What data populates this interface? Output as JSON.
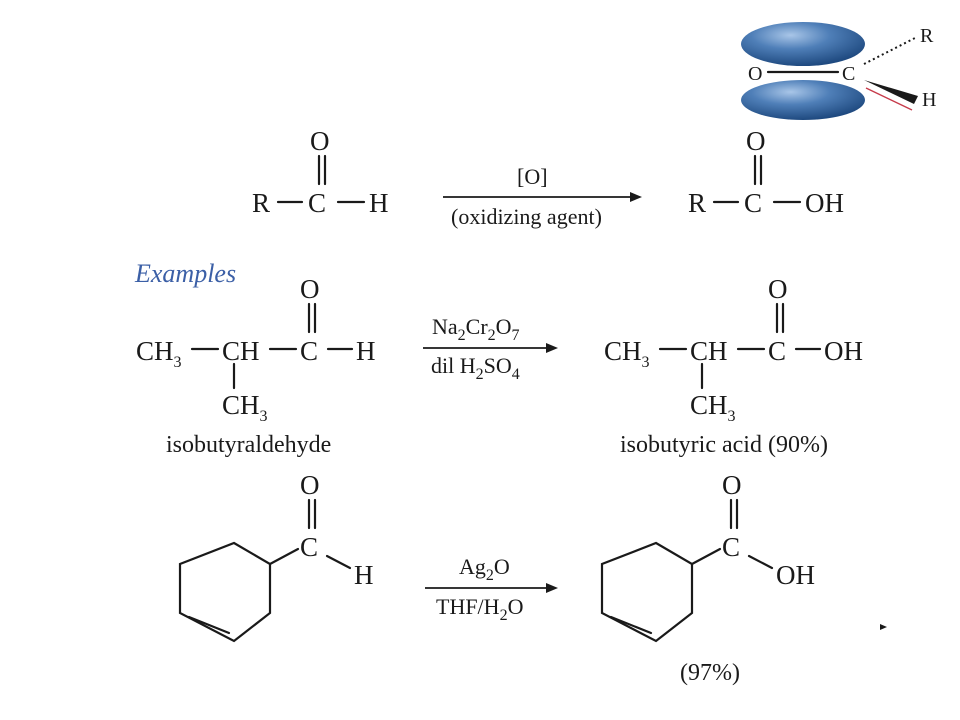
{
  "general": {
    "R": "R",
    "C": "C",
    "H": "H",
    "O": "O",
    "OH": "OH",
    "reagent": "[O]",
    "condition": "(oxidizing agent)"
  },
  "orbital_inset": {
    "O": "O",
    "C": "C",
    "R": "R",
    "H": "H",
    "lobe_color": "#3f6fa8"
  },
  "examples_heading": "Examples",
  "example1": {
    "CH": "CH",
    "CH3": "CH3",
    "reagent_top": "Na2Cr2O7",
    "reagent_bottom": "dil H2SO4",
    "reactant_name": "isobutyraldehyde",
    "product_name": "isobutyric acid (90%)"
  },
  "example2": {
    "reagent_top": "Ag2O",
    "reagent_bottom": "THF/H2O",
    "yield": "(97%)"
  },
  "colors": {
    "examples": "#3b5fa6",
    "ink": "#1a1a1a"
  }
}
